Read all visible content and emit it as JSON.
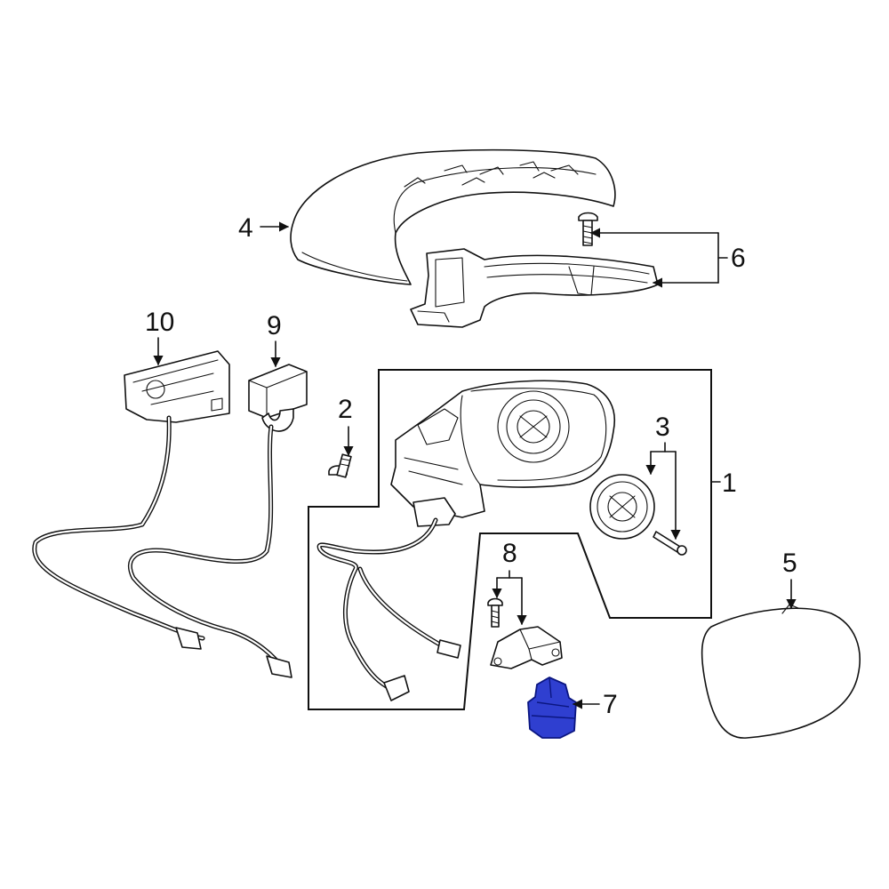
{
  "diagram": {
    "callouts": [
      {
        "id": "1",
        "label": "1"
      },
      {
        "id": "2",
        "label": "2"
      },
      {
        "id": "3",
        "label": "3"
      },
      {
        "id": "4",
        "label": "4"
      },
      {
        "id": "5",
        "label": "5"
      },
      {
        "id": "6",
        "label": "6"
      },
      {
        "id": "7",
        "label": "7"
      },
      {
        "id": "8",
        "label": "8"
      },
      {
        "id": "9",
        "label": "9"
      },
      {
        "id": "10",
        "label": "10"
      }
    ],
    "colors": {
      "line": "#111111",
      "background": "#ffffff",
      "highlight_fill": "#2f3fd0",
      "highlight_stroke": "#0b1680"
    },
    "highlighted_part": "7"
  }
}
